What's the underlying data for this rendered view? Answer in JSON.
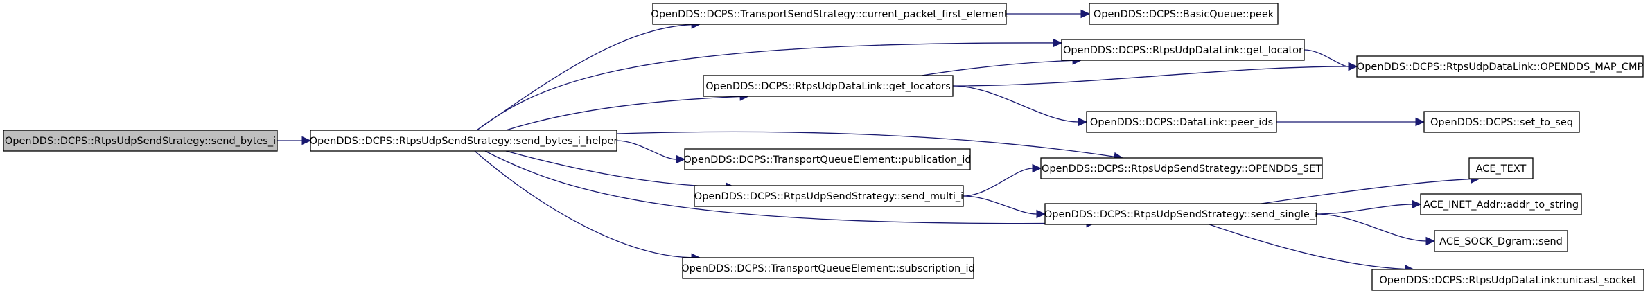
{
  "graph": {
    "direction": "left-to-right",
    "colors": {
      "edge": "#191970",
      "root_fill": "#bfbfbf",
      "node_fill": "#ffffff",
      "border": "#000000"
    },
    "nodes": [
      {
        "id": "root",
        "label": "OpenDDS::DCPS::RtpsUdpSendStrategy::send_bytes_i",
        "root": true
      },
      {
        "id": "helper",
        "label": "OpenDDS::DCPS::RtpsUdpSendStrategy::send_bytes_i_helper"
      },
      {
        "id": "cur_pkt",
        "label": "OpenDDS::DCPS::TransportSendStrategy::current_packet_first_element"
      },
      {
        "id": "peek",
        "label": "OpenDDS::DCPS::BasicQueue::peek"
      },
      {
        "id": "get_locator",
        "label": "OpenDDS::DCPS::RtpsUdpDataLink::get_locator"
      },
      {
        "id": "map_cmp",
        "label": "OpenDDS::DCPS::RtpsUdpDataLink::OPENDDS_MAP_CMP"
      },
      {
        "id": "get_locators",
        "label": "OpenDDS::DCPS::RtpsUdpDataLink::get_locators"
      },
      {
        "id": "peer_ids",
        "label": "OpenDDS::DCPS::DataLink::peer_ids"
      },
      {
        "id": "set_to_seq",
        "label": "OpenDDS::DCPS::set_to_seq"
      },
      {
        "id": "pub_id",
        "label": "OpenDDS::DCPS::TransportQueueElement::publication_id"
      },
      {
        "id": "opendds_set",
        "label": "OpenDDS::DCPS::RtpsUdpSendStrategy::OPENDDS_SET"
      },
      {
        "id": "send_multi",
        "label": "OpenDDS::DCPS::RtpsUdpSendStrategy::send_multi_i"
      },
      {
        "id": "ace_text",
        "label": "ACE_TEXT"
      },
      {
        "id": "send_single",
        "label": "OpenDDS::DCPS::RtpsUdpSendStrategy::send_single_i"
      },
      {
        "id": "addr_to_string",
        "label": "ACE_INET_Addr::addr_to_string"
      },
      {
        "id": "sock_send",
        "label": "ACE_SOCK_Dgram::send"
      },
      {
        "id": "sub_id",
        "label": "OpenDDS::DCPS::TransportQueueElement::subscription_id"
      },
      {
        "id": "unicast",
        "label": "OpenDDS::DCPS::RtpsUdpDataLink::unicast_socket"
      }
    ],
    "edges": [
      [
        "root",
        "helper"
      ],
      [
        "helper",
        "cur_pkt"
      ],
      [
        "cur_pkt",
        "peek"
      ],
      [
        "helper",
        "get_locator"
      ],
      [
        "get_locator",
        "map_cmp"
      ],
      [
        "helper",
        "get_locators"
      ],
      [
        "get_locators",
        "get_locator"
      ],
      [
        "get_locators",
        "map_cmp"
      ],
      [
        "get_locators",
        "peer_ids"
      ],
      [
        "peer_ids",
        "set_to_seq"
      ],
      [
        "helper",
        "opendds_set"
      ],
      [
        "helper",
        "pub_id"
      ],
      [
        "helper",
        "send_multi"
      ],
      [
        "send_multi",
        "opendds_set"
      ],
      [
        "send_multi",
        "send_single"
      ],
      [
        "helper",
        "send_single"
      ],
      [
        "helper",
        "sub_id"
      ],
      [
        "send_single",
        "ace_text"
      ],
      [
        "send_single",
        "addr_to_string"
      ],
      [
        "send_single",
        "sock_send"
      ],
      [
        "send_single",
        "unicast"
      ]
    ]
  }
}
